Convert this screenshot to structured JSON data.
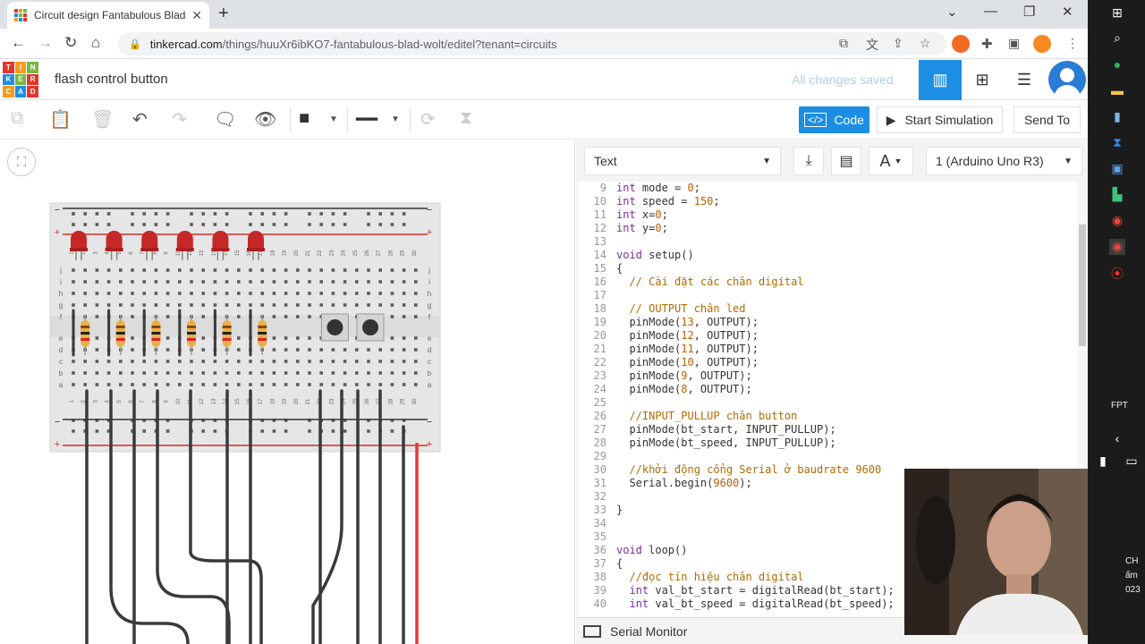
{
  "browser": {
    "tab_title": "Circuit design Fantabulous Blad-W",
    "tab_close": "✕",
    "new_tab": "+",
    "url_host": "tinkercad.com",
    "url_rest": "/things/huuXr6ibKO7-fantabulous-blad-wolt/editel?tenant=circuits",
    "window_controls": [
      "⌄",
      "—",
      "❐",
      "✕"
    ]
  },
  "header": {
    "logo_letters": [
      "T",
      "I",
      "N",
      "K",
      "E",
      "R",
      "C",
      "A",
      "D"
    ],
    "logo_colors": [
      "#e2362a",
      "#f49b20",
      "#77b843",
      "#1f8ce2",
      "#77b843",
      "#e2362a",
      "#f49b20",
      "#1f8ce2",
      "#e2362a"
    ],
    "design_title": "flash control button",
    "save_status": "All changes saved"
  },
  "toolbar": {
    "code_label": "Code",
    "start_simulation_label": "Start Simulation",
    "send_to_label": "Send To"
  },
  "code_panel": {
    "mode_select": "Text",
    "board_select": "1 (Arduino Uno R3)",
    "font_icon_label": "A",
    "serial_monitor_label": "Serial Monitor",
    "line_numbers": [
      "9",
      "10",
      "11",
      "12",
      "13",
      "14",
      "15",
      "16",
      "17",
      "18",
      "19",
      "20",
      "21",
      "22",
      "23",
      "24",
      "25",
      "26",
      "27",
      "28",
      "29",
      "30",
      "31",
      "32",
      "33",
      "34",
      "35",
      "36",
      "37",
      "38",
      "39",
      "40"
    ],
    "code_lines": [
      "int mode = 0;",
      "int speed = 150;",
      "int x=0;",
      "int y=0;",
      "",
      "void setup()",
      "{",
      "  // Cài đặt các chân digital",
      "",
      "  // OUTPUT chân led",
      "  pinMode(13, OUTPUT);",
      "  pinMode(12, OUTPUT);",
      "  pinMode(11, OUTPUT);",
      "  pinMode(10, OUTPUT);",
      "  pinMode(9, OUTPUT);",
      "  pinMode(8, OUTPUT);",
      "",
      "  //INPUT_PULLUP chân button",
      "  pinMode(bt_start, INPUT_PULLUP);",
      "  pinMode(bt_speed, INPUT_PULLUP);",
      "",
      "  //khởi động cổng Serial ở baudrate 9600",
      "  Serial.begin(9600);",
      "",
      "}",
      "",
      "",
      "void loop()",
      "{",
      "  //đọc tín hiệu chân digital",
      "  int val_bt_start = digitalRead(bt_start);",
      "  int val_bt_speed = digitalRead(bt_speed);"
    ]
  },
  "breadboard": {
    "column_numbers": [
      "1",
      "2",
      "3",
      "4",
      "5",
      "6",
      "7",
      "8",
      "9",
      "10",
      "11",
      "12",
      "13",
      "14",
      "15",
      "16",
      "17",
      "18",
      "19",
      "20",
      "21",
      "22",
      "23",
      "24",
      "25",
      "26",
      "27",
      "28",
      "29",
      "30"
    ],
    "row_letters_top": [
      "j",
      "i",
      "h",
      "g",
      "f"
    ],
    "row_letters_bottom": [
      "e",
      "d",
      "c",
      "b",
      "a"
    ],
    "rail_minus": "−",
    "rail_plus": "+",
    "led_count": 6,
    "resistor_count": 6,
    "button_count": 2
  },
  "taskbar": {
    "lang": "FPT",
    "ime": "CH",
    "date_fragment": "ấm",
    "year_fragment": "023"
  },
  "colors": {
    "accent": "#1c8ee3",
    "led": "#c62828",
    "rail_red": "#e53935",
    "wire": "#3a3a3a"
  }
}
